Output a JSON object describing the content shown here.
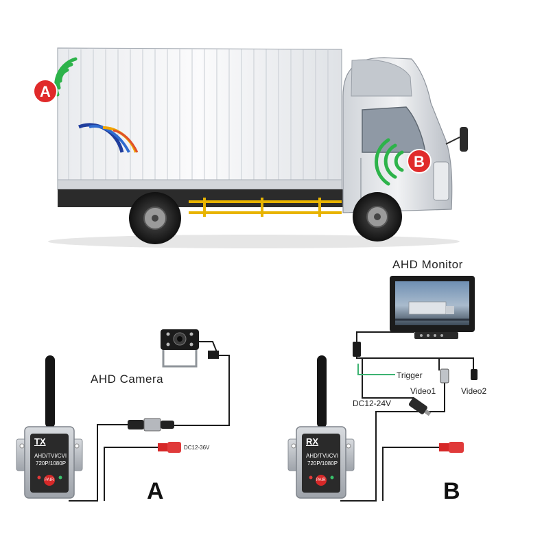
{
  "truck": {
    "marker_a": "A",
    "marker_b": "B"
  },
  "camera": {
    "label": "AHD Camera"
  },
  "monitor": {
    "label": "AHD Monitor"
  },
  "tx": {
    "title": "TX",
    "line1": "AHD/TVI/CVI",
    "line2": "720P/1080P",
    "pair_label": "PAIR",
    "power_label": "DC12-36V",
    "section_letter": "A"
  },
  "rx": {
    "title": "RX",
    "line1": "AHD/TVI/CVI",
    "line2": "720P/1080P",
    "pair_label": "PAIR",
    "section_letter": "B"
  },
  "wires": {
    "trigger": "Trigger",
    "video1": "Video1",
    "video2": "Video2",
    "power": "DC12-24V"
  },
  "colors": {
    "signal_green": "#2db34a",
    "marker_red": "#e02a2a",
    "wire_yellow": "#e8b400",
    "trigger_green": "#3cb371"
  }
}
